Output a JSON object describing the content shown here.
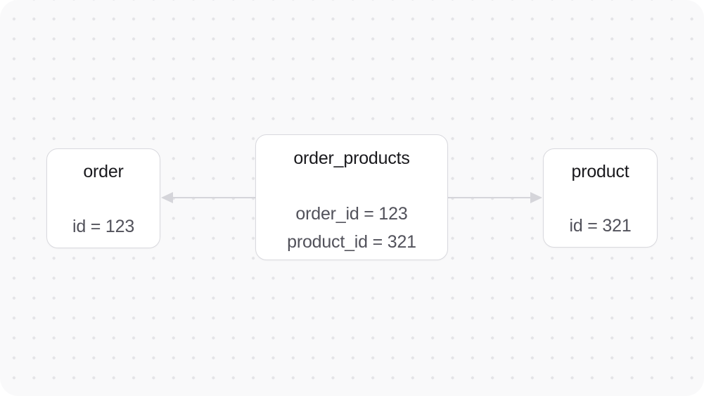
{
  "canvas": {
    "background_color": "#f9f9fa",
    "dot_color": "#e4e4e7",
    "outer_background": "#ffffff"
  },
  "colors": {
    "node_background": "#ffffff",
    "node_border": "#d9d9de",
    "title_text": "#19191d",
    "field_text": "#52525b",
    "arrow": "#d5d5da"
  },
  "diagram": {
    "tables": [
      {
        "title": "order",
        "fields": [
          "id = 123"
        ]
      },
      {
        "title": "order_products",
        "fields": [
          "order_id = 123",
          "product_id = 321"
        ]
      },
      {
        "title": "product",
        "fields": [
          "id = 321"
        ]
      }
    ],
    "relations": [
      {
        "from": "order_products",
        "to": "order",
        "arrow_direction": "left"
      },
      {
        "from": "order_products",
        "to": "product",
        "arrow_direction": "right"
      }
    ]
  }
}
